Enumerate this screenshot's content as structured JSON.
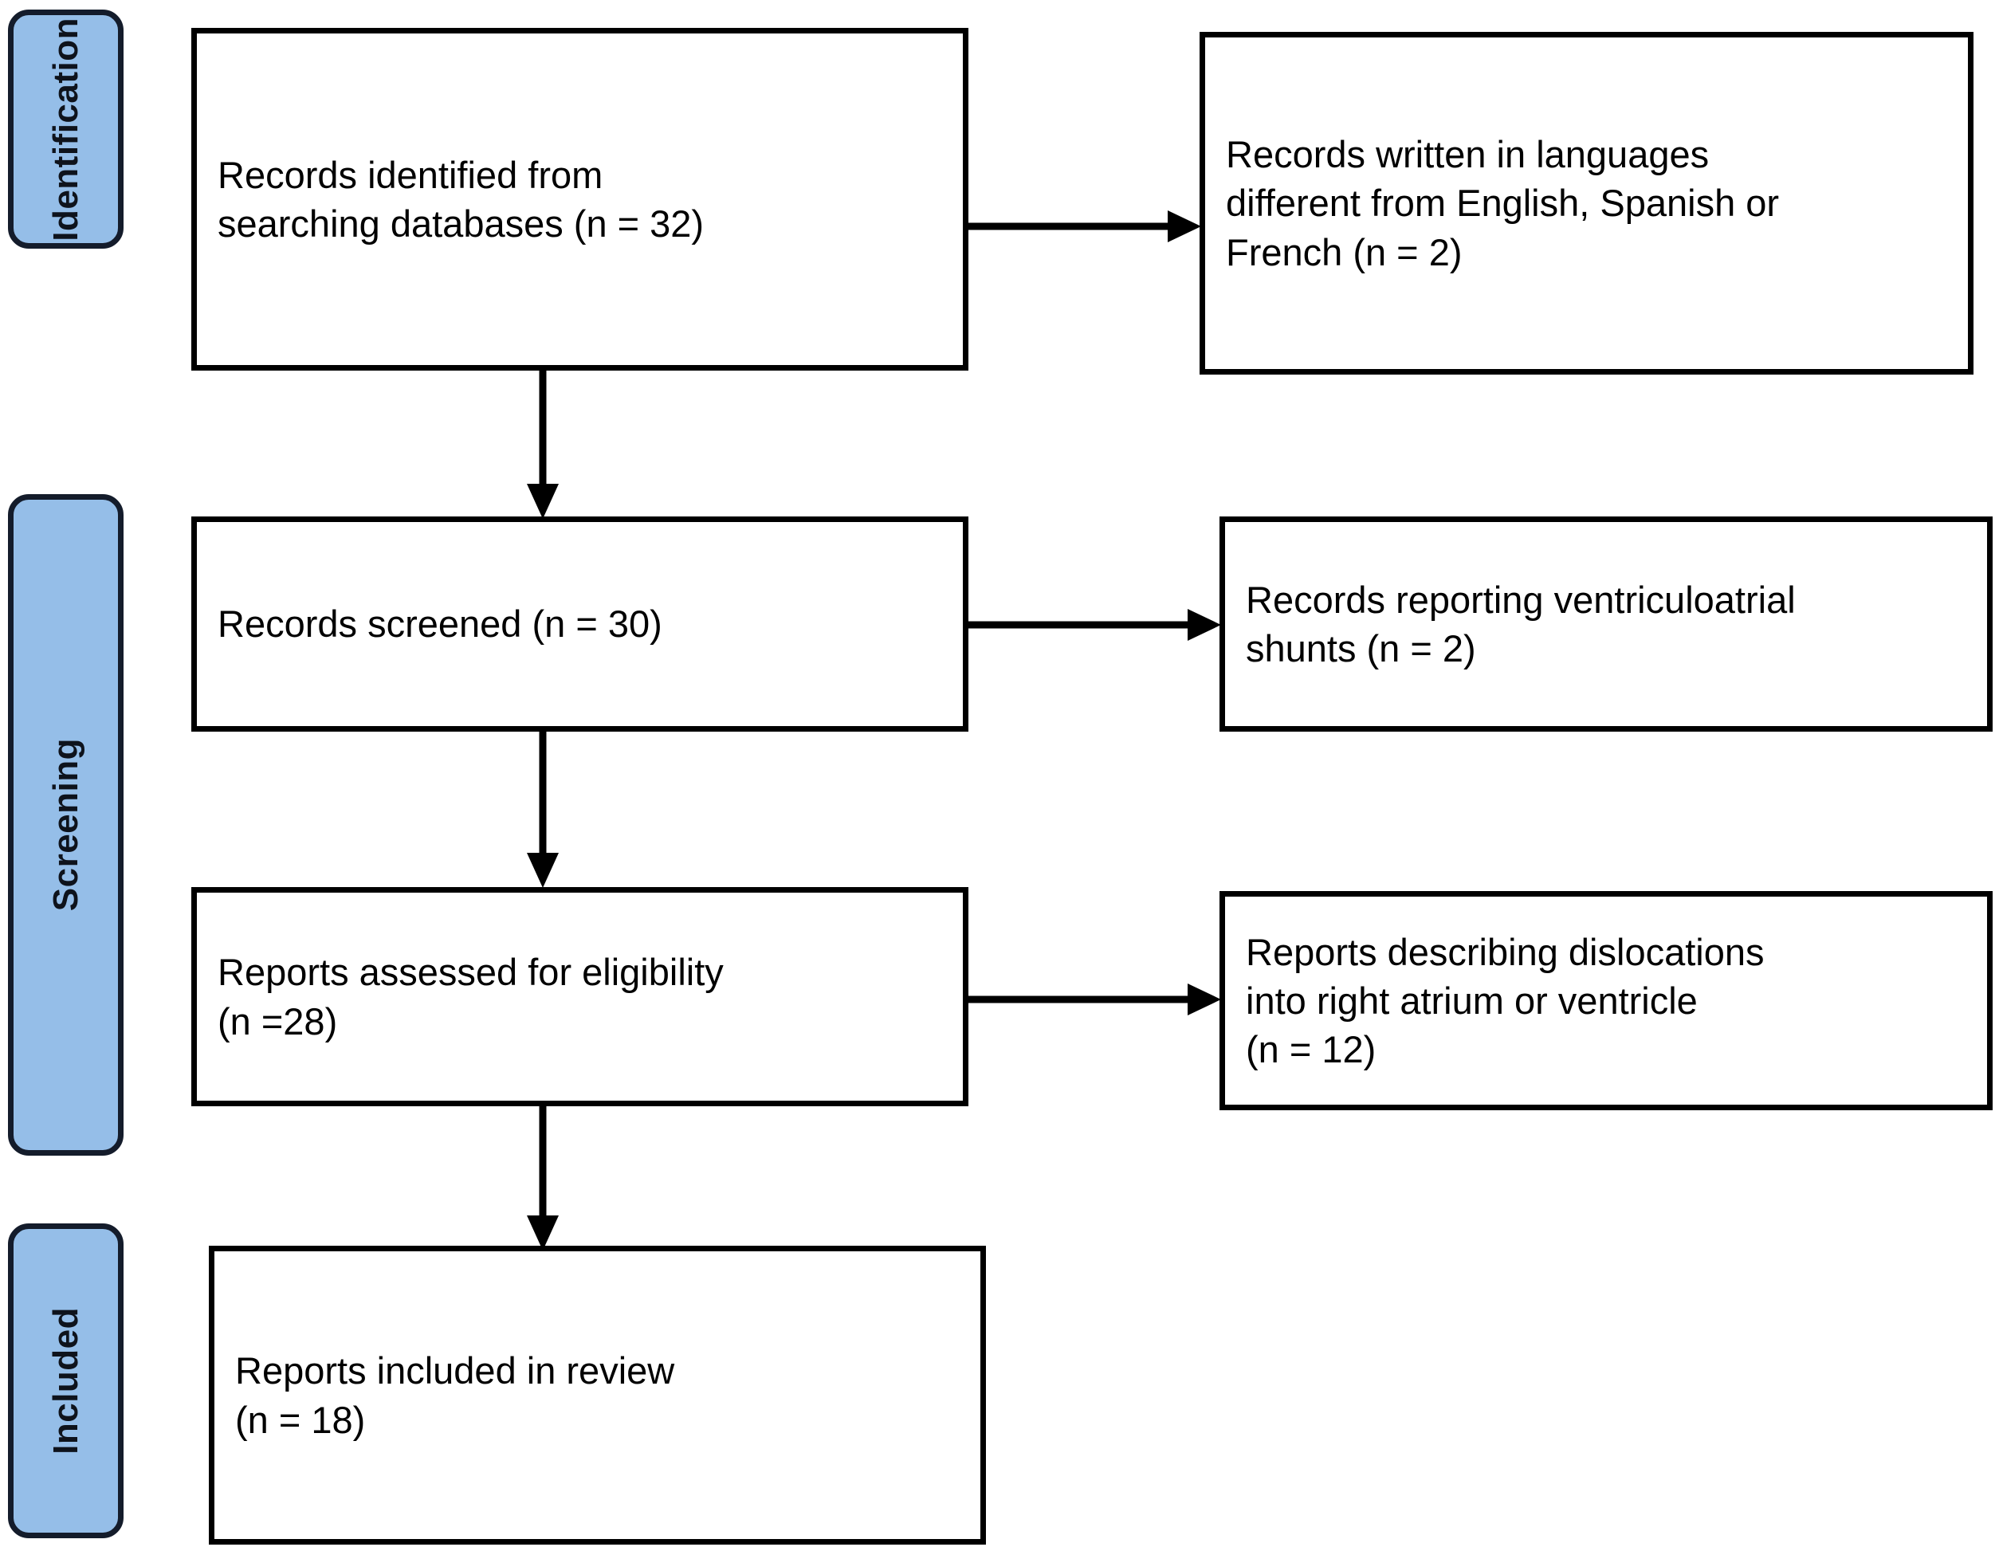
{
  "diagram": {
    "type": "prisma-flow-diagram",
    "colors": {
      "pill_fill": "#95bee8",
      "pill_border": "#141c2b",
      "box_border": "#000000",
      "box_fill": "#ffffff",
      "text": "#000000",
      "connector": "#000000"
    },
    "stages": [
      {
        "id": "identification",
        "label": "Identification"
      },
      {
        "id": "screening",
        "label": "Screening"
      },
      {
        "id": "included",
        "label": "Included"
      }
    ],
    "boxes": {
      "records_identified": {
        "text": "Records identified from\nsearching databases (n = 32)",
        "count": 32,
        "stage": "identification",
        "column": "main"
      },
      "records_excluded_language": {
        "text": "Records written in languages\ndifferent from English, Spanish or\nFrench (n = 2)",
        "count": 2,
        "stage": "identification",
        "column": "exclusion"
      },
      "records_screened": {
        "text": "Records screened (n = 30)",
        "count": 30,
        "stage": "screening",
        "column": "main"
      },
      "records_excluded_va_shunts": {
        "text": "Records reporting ventriculoatrial\nshunts (n = 2)",
        "count": 2,
        "stage": "screening",
        "column": "exclusion"
      },
      "reports_assessed": {
        "text": "Reports assessed for eligibility\n(n =28)",
        "count": 28,
        "stage": "screening",
        "column": "main"
      },
      "reports_excluded_dislocations": {
        "text": "Reports describing dislocations\ninto right atrium or ventricle\n(n = 12)",
        "count": 12,
        "stage": "screening",
        "column": "exclusion"
      },
      "reports_included": {
        "text": "Reports included in review\n(n = 18)",
        "count": 18,
        "stage": "included",
        "column": "main"
      }
    },
    "connectors": [
      {
        "id": "identified-to-language-exclusion",
        "kind": "arrow-right",
        "from": "records_identified",
        "to": "records_excluded_language"
      },
      {
        "id": "identified-to-screened",
        "kind": "arrow-down",
        "from": "records_identified",
        "to": "records_screened"
      },
      {
        "id": "screened-to-va-exclusion",
        "kind": "arrow-right",
        "from": "records_screened",
        "to": "records_excluded_va_shunts"
      },
      {
        "id": "screened-to-assessed",
        "kind": "arrow-down",
        "from": "records_screened",
        "to": "reports_assessed"
      },
      {
        "id": "assessed-to-dislocation-exclusion",
        "kind": "arrow-right",
        "from": "reports_assessed",
        "to": "reports_excluded_dislocations"
      },
      {
        "id": "assessed-to-included",
        "kind": "arrow-down",
        "from": "reports_assessed",
        "to": "reports_included"
      }
    ]
  }
}
